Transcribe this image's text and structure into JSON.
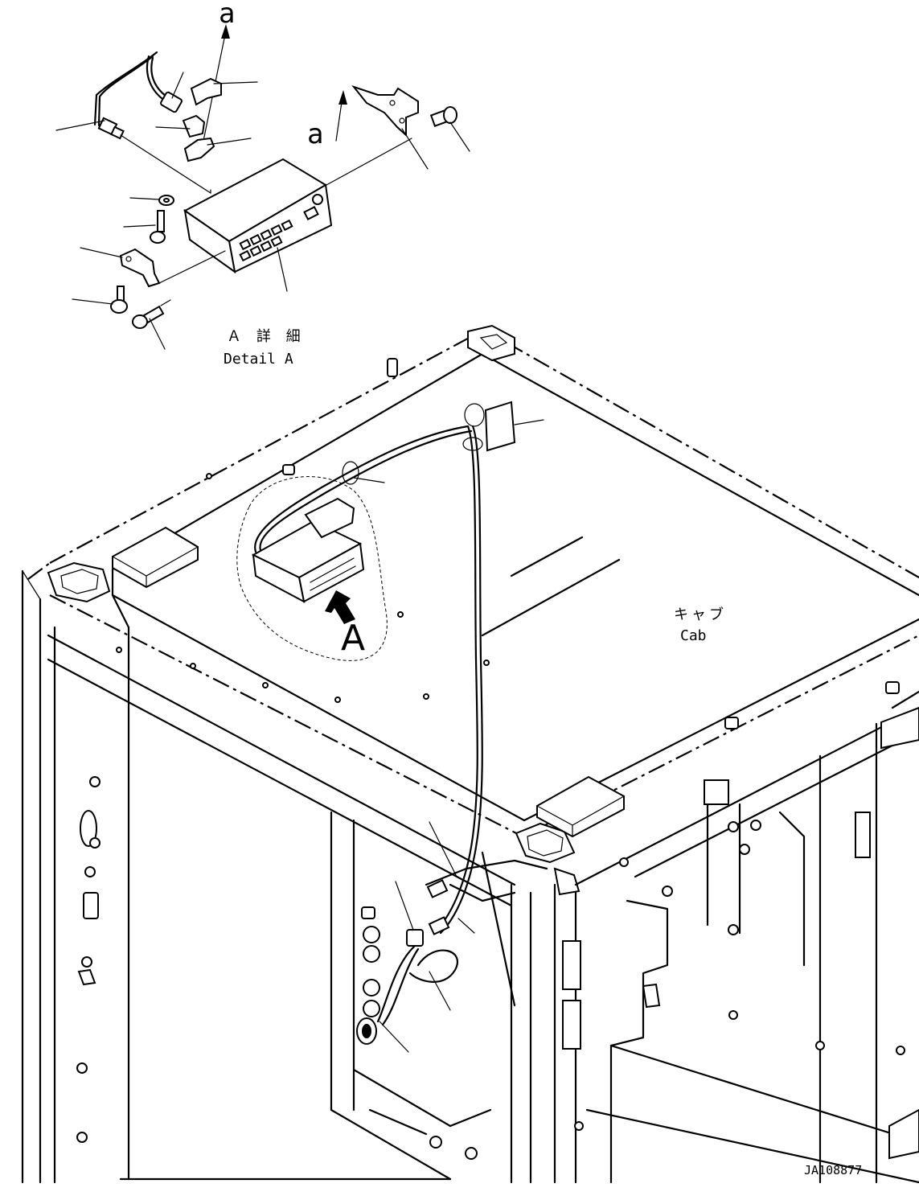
{
  "labels": {
    "arrow_top": "a",
    "arrow_side": "a",
    "detail_title_jp": "Ａ 詳 細",
    "detail_title_en": "Detail A",
    "view_letter": "A",
    "cab_jp": "キャブ",
    "cab_en": "Cab",
    "drawing_number": "JA108877"
  }
}
